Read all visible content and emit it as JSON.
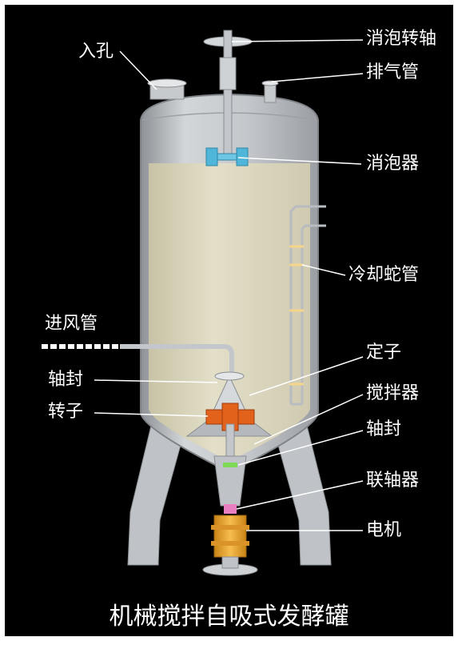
{
  "caption": "机械搅拌自吸式发酵罐",
  "labels": {
    "manhole": "入孔",
    "defoam_shaft": "消泡转轴",
    "exhaust_pipe": "排气管",
    "defoamer": "消泡器",
    "cooling_coil": "冷却蛇管",
    "air_inlet": "进风管",
    "stator": "定子",
    "shaft_seal_upper": "轴封",
    "agitator": "搅拌器",
    "rotor": "转子",
    "shaft_seal_lower": "轴封",
    "coupling": "联轴器",
    "motor": "电机"
  },
  "colors": {
    "background": "#000000",
    "frame": "#ffffff",
    "tank_metal": "#c3c6ca",
    "liquid": "#d8d3ba",
    "rotor": "#e2621c",
    "defoamer": "#4fb6d9",
    "motor": "#f0a832",
    "coupling": "#e87fc0",
    "seal": "#7ed957"
  }
}
